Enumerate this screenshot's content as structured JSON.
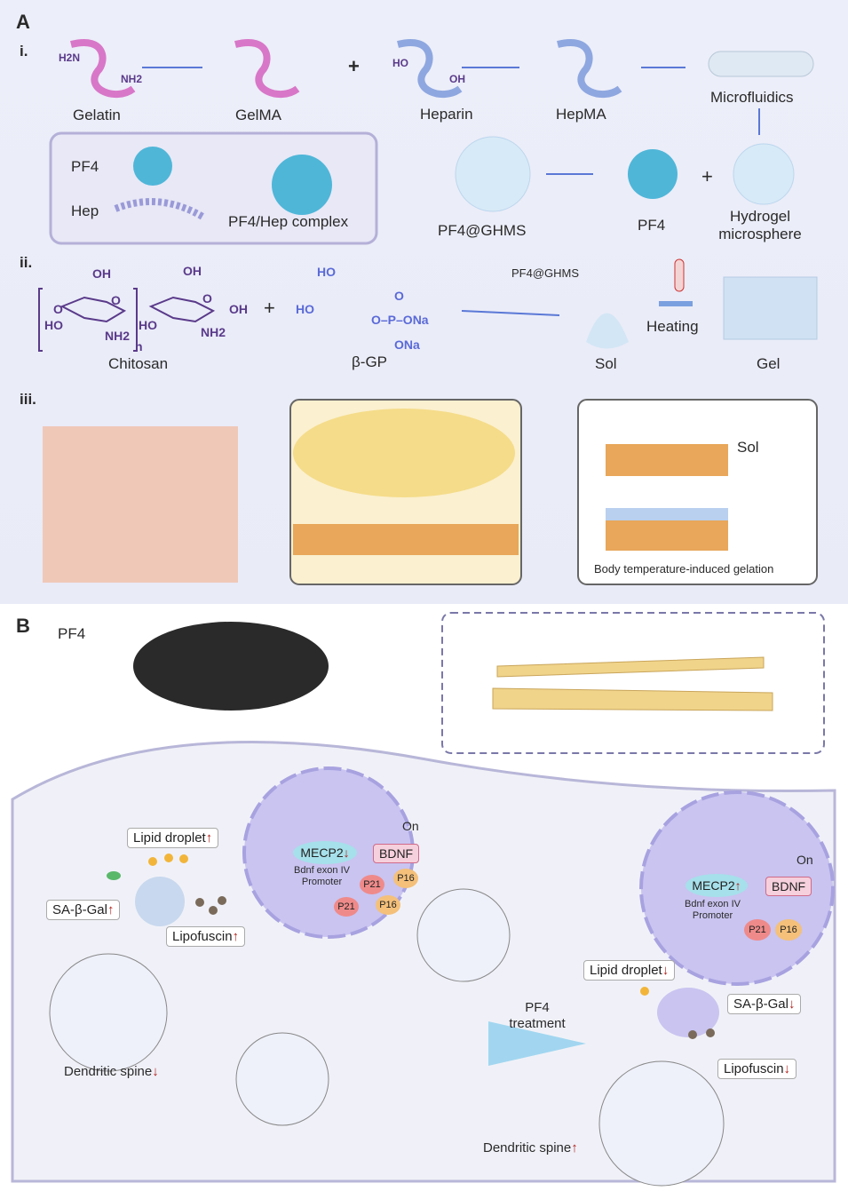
{
  "panelA": {
    "label": "A",
    "row_i": {
      "label": "i.",
      "gelatin": "Gelatin",
      "gelma": "GelMA",
      "heparin": "Heparin",
      "hepma": "HepMA",
      "microfluidics": "Microfluidics",
      "plus": "+",
      "h2n": "H2N",
      "nh2": "NH2",
      "ho": "HO",
      "oh": "OH"
    },
    "inset": {
      "pf4": "PF4",
      "hep": "Hep",
      "complex": "PF4/Hep complex"
    },
    "pf4_ghms": "PF4@GHMS",
    "pf4": "PF4",
    "hydrogel_microsphere": "Hydrogel microsphere",
    "row_ii": {
      "label": "ii.",
      "chitosan": "Chitosan",
      "beta_gp": "β-GP",
      "pf4_ghms": "PF4@GHMS",
      "heating": "Heating",
      "sol": "Sol",
      "gel": "Gel",
      "plus": "+",
      "chem": {
        "oh1": "OH",
        "oh2": "OH",
        "oh3": "OH",
        "ho1": "HO",
        "ho2": "HO",
        "nh2a": "NH2",
        "nh2b": "NH2",
        "n": "n",
        "o1": "O",
        "o2": "O",
        "o3": "O",
        "gp_ho1": "HO",
        "gp_ho2": "HO",
        "gp_o": "O",
        "gp_p": "O–P–ONa",
        "gp_ona": "ONa"
      }
    },
    "row_iii": {
      "label": "iii.",
      "sol": "Sol",
      "caption": "Body temperature-induced gelation"
    }
  },
  "panelB": {
    "label": "B",
    "pf4": "PF4",
    "before": {
      "lipid": "Lipid droplet",
      "sagal": "SA-β-Gal",
      "lipofuscin": "Lipofuscin",
      "spine": "Dendritic spine",
      "mecp2": "MECP2",
      "promoter": "Bdnf exon IV Promoter",
      "bdnf": "BDNF",
      "on": "On",
      "p21": "P21",
      "p16": "P16",
      "arrow_up": "↑",
      "arrow_down": "↓"
    },
    "treatment": "PF4 treatment",
    "after": {
      "lipid": "Lipid droplet",
      "sagal": "SA-β-Gal",
      "lipofuscin": "Lipofuscin",
      "spine": "Dendritic spine",
      "mecp2": "MECP2",
      "promoter": "Bdnf exon IV Promoter",
      "bdnf": "BDNF",
      "on": "On",
      "p21": "P21",
      "p16": "P16"
    }
  },
  "colors": {
    "accent_purple": "#6a4fb0",
    "arrow_blue": "#5a78d6",
    "pink": "#d877c8",
    "red_arrow": "#b0201c",
    "cell_blue": "#c8d8ee",
    "nucleus": "#c9c4f0"
  }
}
